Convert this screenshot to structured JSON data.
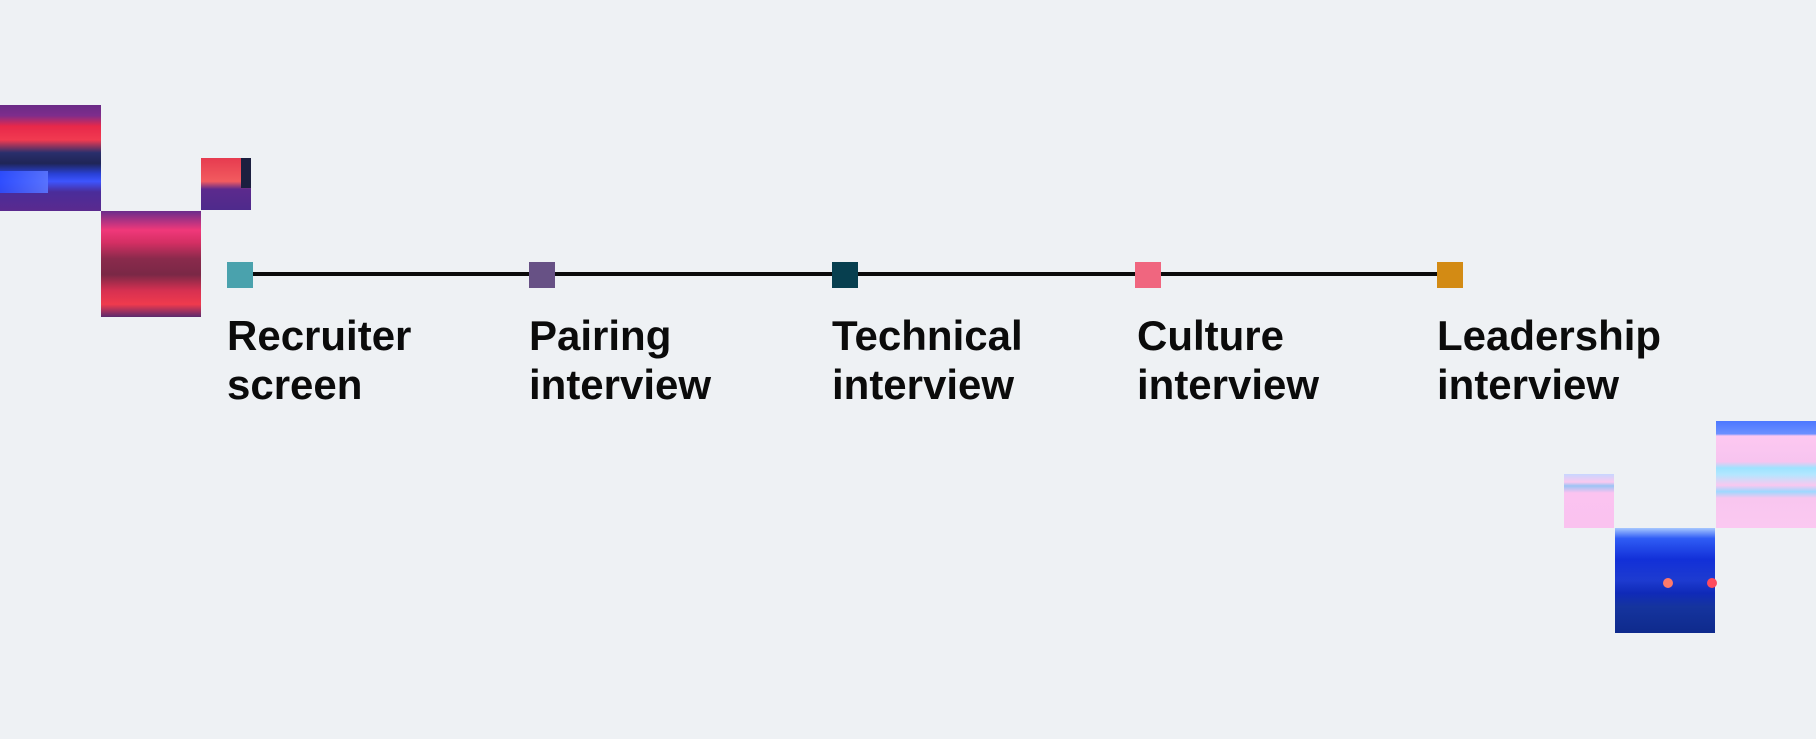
{
  "timeline": {
    "steps": [
      {
        "line1": "Recruiter",
        "line2": "screen",
        "color": "#4aa2ad"
      },
      {
        "line1": "Pairing",
        "line2": "interview",
        "color": "#675185"
      },
      {
        "line1": "Technical",
        "line2": "interview",
        "color": "#073f4f"
      },
      {
        "line1": "Culture",
        "line2": "interview",
        "color": "#f0667f"
      },
      {
        "line1": "Leadership",
        "line2": "interview",
        "color": "#d38b14"
      }
    ]
  }
}
